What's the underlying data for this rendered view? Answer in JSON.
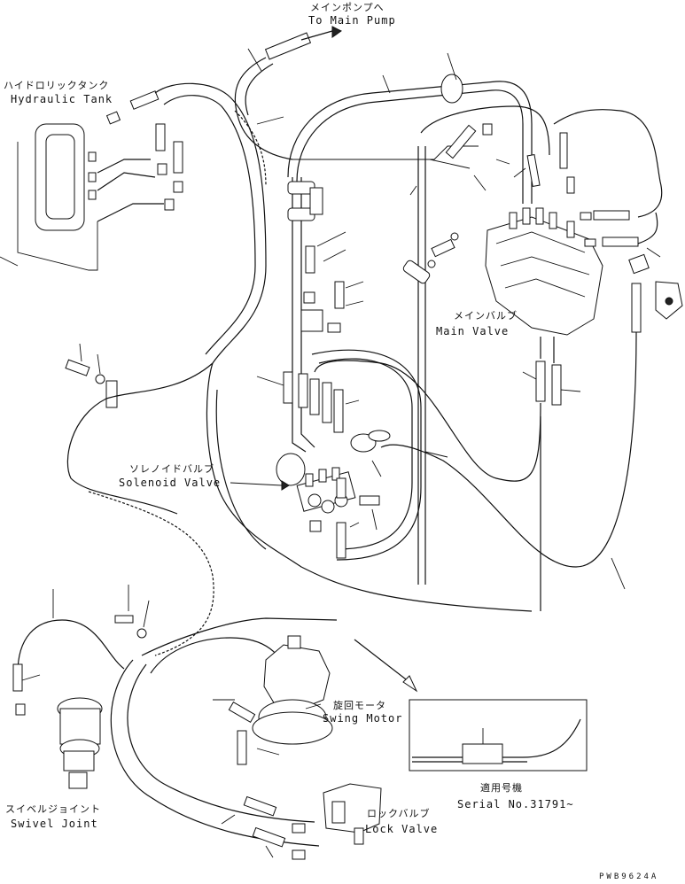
{
  "labels": {
    "main_pump_ja": "メインポンプへ",
    "main_pump_en": "To Main Pump",
    "hydraulic_tank_ja": "ハイドロリックタンク",
    "hydraulic_tank_en": "Hydraulic Tank",
    "main_valve_ja": "メインバルブ",
    "main_valve_en": "Main Valve",
    "solenoid_valve_ja": "ソレノイドバルブ",
    "solenoid_valve_en": "Solenoid Valve",
    "swing_motor_ja": "旋回モータ",
    "swing_motor_en": "Swing Motor",
    "swivel_joint_ja": "スイベルジョイント",
    "swivel_joint_en": "Swivel Joint",
    "lock_valve_ja": "ロックバルブ",
    "lock_valve_en": "Lock Valve",
    "serial_ja": "適用号機",
    "serial_en": "Serial No.31791~",
    "drawing_code": "PWB9624A"
  }
}
